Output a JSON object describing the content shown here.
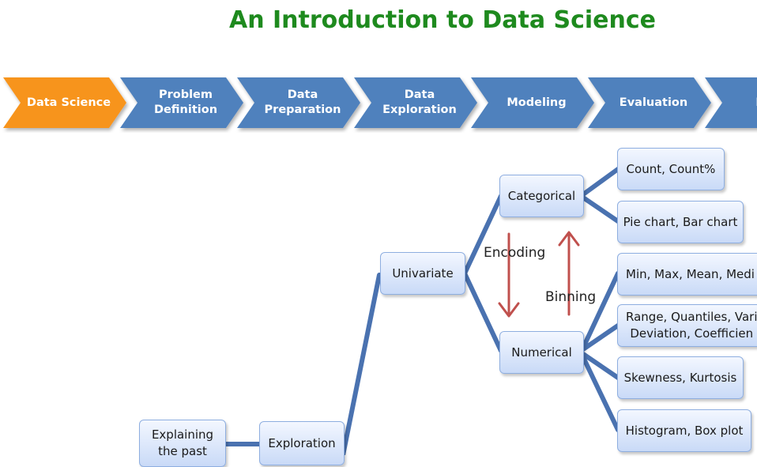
{
  "title": "An Introduction to Data Science",
  "process_steps": [
    {
      "label": "Data Science",
      "active": true
    },
    {
      "label": "Problem\nDefinition",
      "active": false
    },
    {
      "label": "Data\nPreparation",
      "active": false
    },
    {
      "label": "Data\nExploration",
      "active": false
    },
    {
      "label": "Modeling",
      "active": false
    },
    {
      "label": "Evaluation",
      "active": false
    },
    {
      "label": "Depl",
      "active": false
    }
  ],
  "colors": {
    "title": "#1e8a1e",
    "active_step": "#f7941d",
    "step": "#4f81bd",
    "connector": "#4a72b0",
    "arrow": "#c0504d"
  },
  "tree": {
    "explaining": "Explaining\nthe past",
    "exploration": "Exploration",
    "univariate": "Univariate",
    "categorical": "Categorical",
    "numerical": "Numerical",
    "cat_leaves": [
      "Count, Count%",
      "Pie chart, Bar chart"
    ],
    "num_leaves": [
      "Min, Max, Mean, Medi",
      "Range, Quantiles, Vari\nDeviation, Coefficien",
      "Skewness, Kurtosis",
      "Histogram, Box plot"
    ]
  },
  "transforms": {
    "encoding": "Encoding",
    "binning": "Binning"
  }
}
